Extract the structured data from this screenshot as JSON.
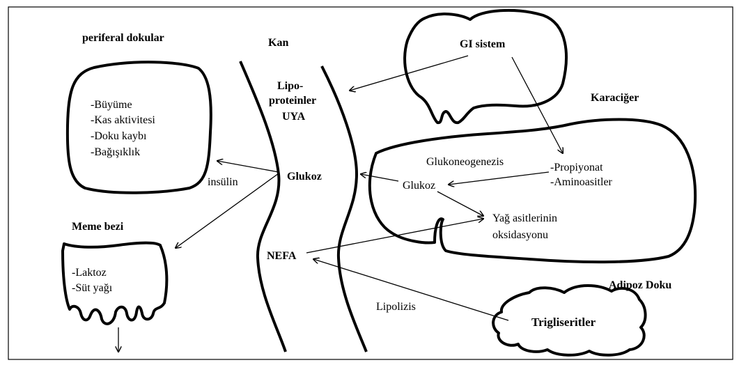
{
  "regions": {
    "peripheral": "periferal dokular",
    "blood": "Kan",
    "gi": "GI sistem",
    "liver": "Karaciğer",
    "mammary": "Meme bezi",
    "adipose": "Adipoz Doku"
  },
  "peripheral_items": [
    "-Büyüme",
    "-Kas aktivitesi",
    "-Doku kaybı",
    "-Bağışıklık"
  ],
  "blood_items": {
    "lipo_line1": "Lipo-",
    "lipo_line2": "proteinler",
    "uya": "UYA",
    "glucose": "Glukoz",
    "nefa": "NEFA"
  },
  "insulin": "insülin",
  "mammary_items": [
    "-Laktoz",
    "-Süt yağı"
  ],
  "liver_items": {
    "gluconeogenesis": "Glukoneogenezis",
    "precursor1": "-Propiyonat",
    "precursor2": "-Aminoasitler",
    "glucose": "Glukoz",
    "oxidation_line1": "Yağ asitlerinin",
    "oxidation_line2": "oksidasyonu"
  },
  "lipolysis": "Lipolizis",
  "triglycerides": "Trigliseritler"
}
